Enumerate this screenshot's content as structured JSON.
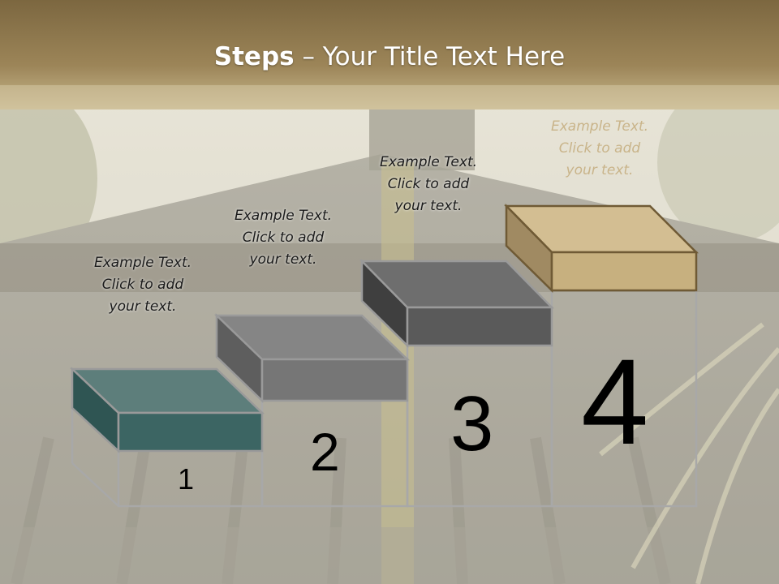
{
  "title": {
    "bold": "Steps",
    "rest": " – Your Title Text Here"
  },
  "steps": [
    {
      "number": "1",
      "lines": [
        "Example Text.",
        "Click  to add",
        "your text."
      ]
    },
    {
      "number": "2",
      "lines": [
        "Example Text.",
        "Click  to add",
        "your text."
      ]
    },
    {
      "number": "3",
      "lines": [
        "Example Text.",
        "Click  to add",
        "your text."
      ]
    },
    {
      "number": "4",
      "lines": [
        "Example Text.",
        "Click  to add",
        "your text."
      ]
    }
  ],
  "colors": {
    "header_band": "#7f6a42",
    "step1_box": "#2f6060",
    "step2_box": "#6f6f6f",
    "step3_box": "#555555",
    "step4_box": "#c3ab7d"
  }
}
